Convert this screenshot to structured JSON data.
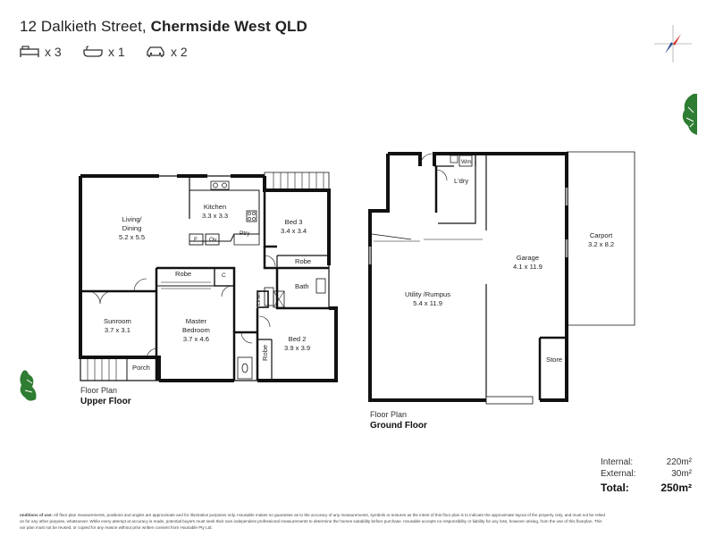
{
  "address": {
    "street": "12 Dalkieth Street,",
    "suburb": "Chermside West QLD"
  },
  "features": [
    {
      "icon": "bed-icon",
      "count": "x 3"
    },
    {
      "icon": "bath-icon",
      "count": "x 1"
    },
    {
      "icon": "car-icon",
      "count": "x 2"
    }
  ],
  "upper_floor": {
    "label_line1": "Floor Plan",
    "label_line2": "Upper Floor",
    "rooms": {
      "kitchen": {
        "name": "Kitchen",
        "size": "3.3 x 3.3"
      },
      "living": {
        "name": "Living/",
        "name2": "Dining",
        "size": "5.2 x 5.5"
      },
      "bed3": {
        "name": "Bed 3",
        "size": "3.4 x 3.4"
      },
      "robe_bed3": "Robe",
      "bath": "Bath",
      "robe_master": "Robe",
      "cupboard": "C",
      "linen": "Linen",
      "sunroom": {
        "name": "Sunroom",
        "size": "3.7 x 3.1"
      },
      "master": {
        "name": "Master",
        "name2": "Bedroom",
        "size": "3.7 x 4.6"
      },
      "bed2": {
        "name": "Bed 2",
        "size": "3.9 x 3.9"
      },
      "robe_bed2": "Robe",
      "porch": "Porch",
      "fridge": "F",
      "oven": "Ov",
      "pantry": "Ptry"
    }
  },
  "ground_floor": {
    "label_line1": "Floor Plan",
    "label_line2": "Ground Floor",
    "rooms": {
      "laundry": "L'dry",
      "washer": "Wm",
      "utility": {
        "name": "Utility /Rumpus",
        "size": "5.4 x 11.9"
      },
      "garage": {
        "name": "Garage",
        "size": "4.1 x 11.9"
      },
      "carport": {
        "name": "Carport",
        "size": "3.2 x 8.2"
      },
      "store": "Store"
    }
  },
  "areas": {
    "internal_label": "Internal:",
    "internal_value": "220m²",
    "external_label": "External:",
    "external_value": "30m²",
    "total_label": "Total:",
    "total_value": "250m²"
  },
  "disclaimer": {
    "line1_bold": "onditions of use:",
    "line1": " All floor plan measurements, positions and angles are approximate and for illustrative purposes only. Housable makes no guarantee as to the accuracy of any measurements, symbols or textures as the intent of this floor plan is to indicate the approximate layout of the property only, and must not be relied",
    "line2": "on for any other purpose, whatsoever. While every attempt at accuracy is made, potential buyers must seek their own independent professional measurements to determine the homes suitability before purchase. Housable accepts no responsibility or liability for any loss, however arising, from the use of this floorplan. This",
    "line3": "oor plan must not be reused, or copied for any reason without prior written consent from Housable Pty Ltd."
  },
  "colors": {
    "wall": "#111111",
    "compass_red": "#d9342b",
    "compass_blue": "#2b4a8f",
    "tree": "#2e7d32"
  }
}
